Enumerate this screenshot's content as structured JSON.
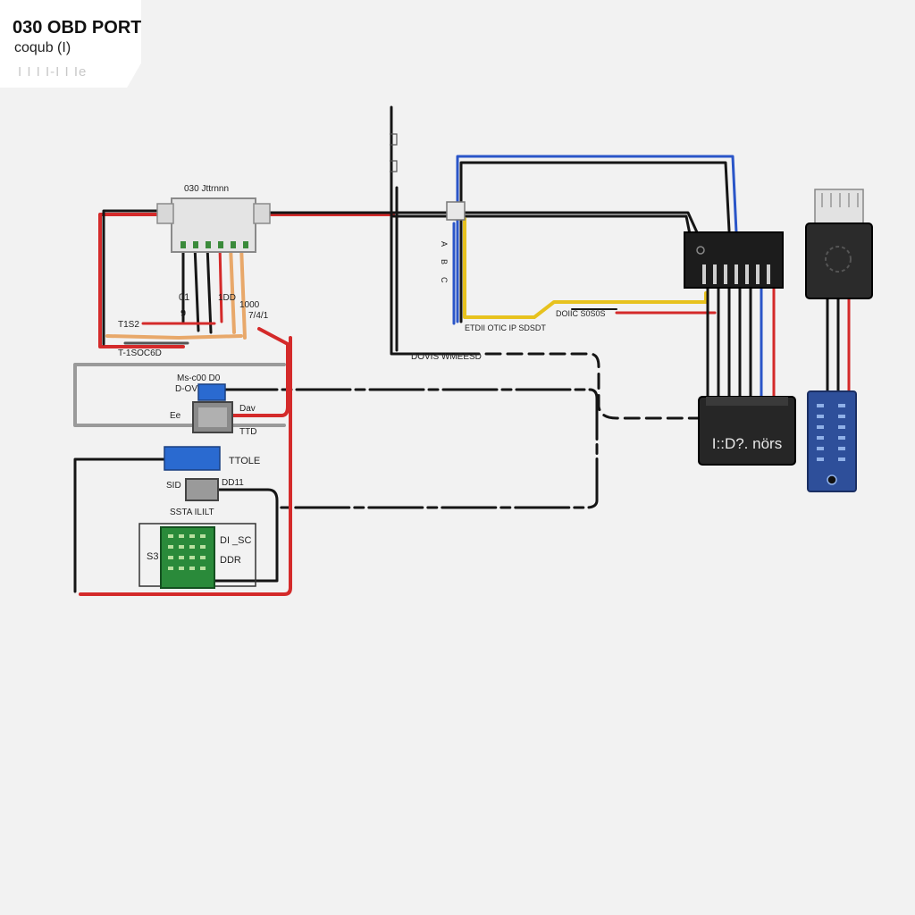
{
  "title": {
    "main": "030 OBD PORT",
    "sub": "coqub (I)",
    "faint": "I I I  I-I I Ie"
  },
  "labels": {
    "obd_connector": "030  Jttrnnn",
    "left_col_01": "01",
    "left_col_02": "9",
    "left_col_03": "1DD",
    "left_col_04": "7/4/1",
    "left_col_05": "1000",
    "left_wire_top": "T1S2",
    "left_wire_bottom": "T-1SOC6D",
    "mid_dash_label": "DOVIS WMEESD",
    "module_top_1": "Ms-c00 D0",
    "module_top_2": "D-OV",
    "module_pwr": "Dav",
    "relay_left": "Ee",
    "relay_right": "TTD",
    "blue_bar_label": "TTOLE",
    "relay2_left": "SID",
    "relay2_right": "DD11",
    "relay2_bottom": "SSTA ILILT",
    "board_right": "DI _SC",
    "board_right2": "DDR",
    "board_left": "S3",
    "yellow_top": "DOIIC S0S0S",
    "yellow_bottom": "ETDII OTIC IP SDSDT",
    "main_box": "I::D?. nörs",
    "vert_label_1": "A",
    "vert_label_2": "B",
    "vert_label_3": "C"
  },
  "colors": {
    "red": "#d42a2a",
    "black": "#151515",
    "blue": "#2a55c8",
    "yellow": "#e7c21e",
    "orange": "#e8a86a",
    "grey": "#9a9a9a",
    "dark_box": "#2a2a2a",
    "pcb_green": "#2a8a3a",
    "pcb_blue": "#2e4f9a"
  }
}
